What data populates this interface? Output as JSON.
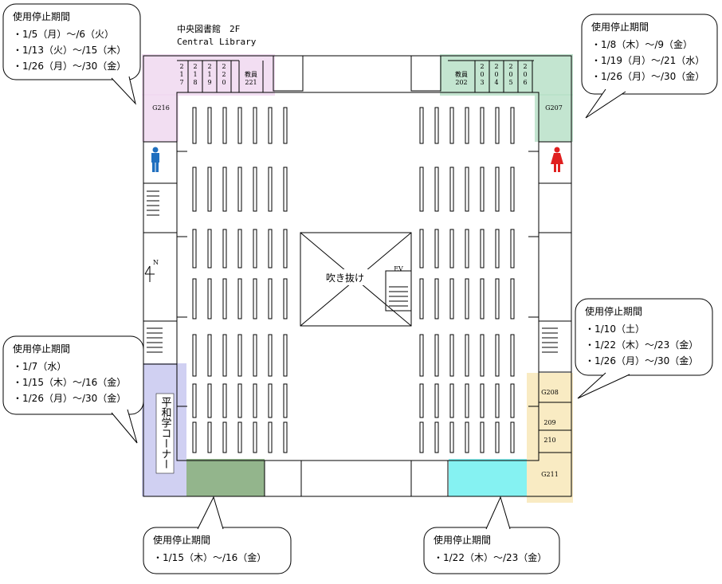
{
  "map_title": {
    "ja": "中央図書館　2F",
    "en": "Central Library"
  },
  "north_label": "N",
  "atrium_label": "吹き抜け",
  "elevator_label": "EV",
  "heiwa_corner_label": "平和学コーナー",
  "rooms": {
    "g216": "G216",
    "g207": "G207",
    "g208": "G208",
    "r209": "209",
    "r210": "210",
    "g211": "G211",
    "seminar221": [
      "教員",
      "221"
    ],
    "seminar202": [
      "教員",
      "202"
    ],
    "top_left_numbers": [
      "217",
      "218",
      "219",
      "220"
    ],
    "top_right_numbers": [
      "203",
      "204",
      "205",
      "206"
    ]
  },
  "colors": {
    "zone_top_left": "#f0d8f0",
    "zone_top_right": "#b8e0c8",
    "zone_right": "#f8e8b8",
    "zone_left": "#c8c8f0",
    "zone_bottom_left": "#80a878",
    "zone_bottom_right": "#70f0f0",
    "male_icon": "#1f6fbf",
    "female_icon": "#e01f1f"
  },
  "callouts": [
    {
      "id": "top-left",
      "title": "使用停止期間",
      "lines": [
        "・1/5（月）～/6（火）",
        "・1/13（火）～/15（木）",
        "・1/26（月）～/30（金）"
      ]
    },
    {
      "id": "top-right",
      "title": "使用停止期間",
      "lines": [
        "・1/8（木）～/9（金）",
        "・1/19（月）～/21（水）",
        "・1/26（月）～/30（金）"
      ]
    },
    {
      "id": "right",
      "title": "使用停止期間",
      "lines": [
        "・1/10（土）",
        "・1/22（木）～/23（金）",
        "・1/26（月）～/30（金）"
      ]
    },
    {
      "id": "left",
      "title": "使用停止期間",
      "lines": [
        "・1/7（水）",
        "・1/15（木）～/16（金）",
        "・1/26（月）～/30（金）"
      ]
    },
    {
      "id": "bottom-left",
      "title": "使用停止期間",
      "lines": [
        "・1/15（木）～/16（金）"
      ]
    },
    {
      "id": "bottom-right",
      "title": "使用停止期間",
      "lines": [
        "・1/22（木）～/23（金）"
      ]
    }
  ]
}
